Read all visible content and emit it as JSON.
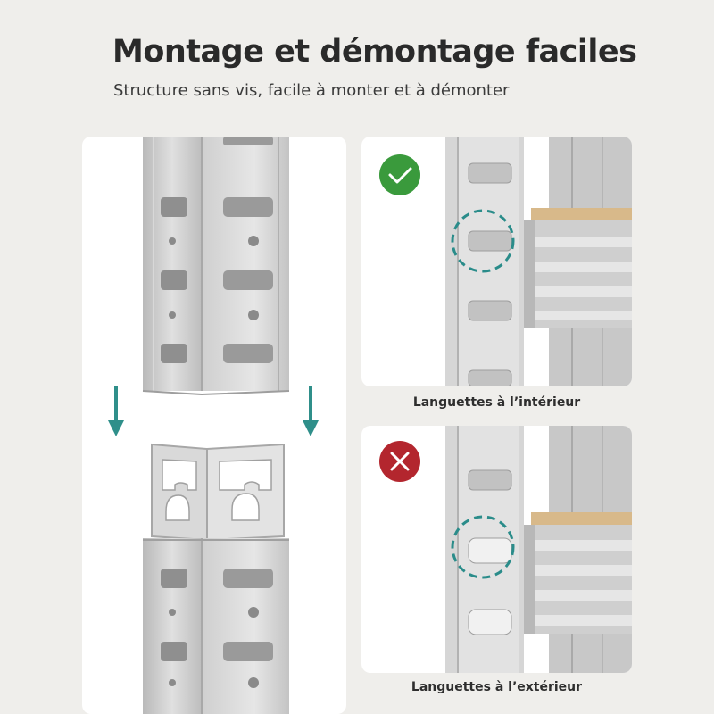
{
  "header": {
    "title": "Montage et démontage faciles",
    "subtitle": "Structure sans vis, facile à monter et à démonter"
  },
  "panels": [
    {
      "caption": "Languettes à l’intérieur",
      "status_icon": "check-icon",
      "status_color": "#3a9a3c"
    },
    {
      "caption": "Languettes à l’extérieur",
      "status_icon": "cross-icon",
      "status_color": "#b3262e"
    }
  ],
  "colors": {
    "background": "#efeeeb",
    "arrow": "#2f8f8a",
    "highlight_circle": "#2a8c8a",
    "steel": "#c9c9c9",
    "shelf_board": "#d8b98a"
  }
}
